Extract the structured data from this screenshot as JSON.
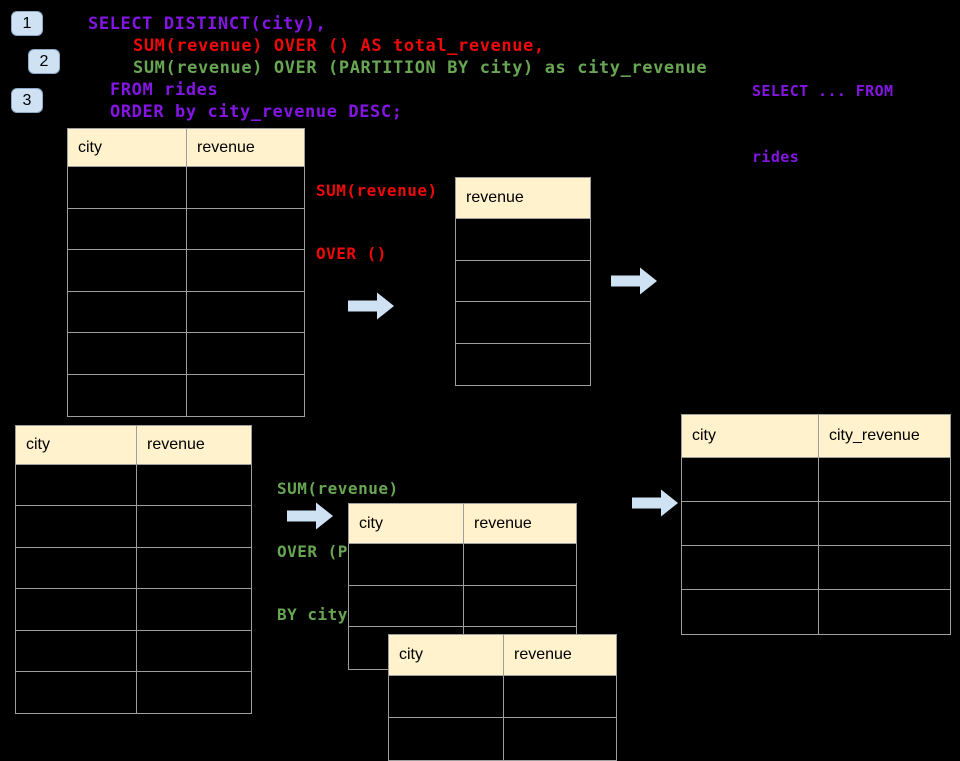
{
  "colors": {
    "purple": "#8316e3",
    "red": "#ed0a0a",
    "green": "#68a653",
    "arrow_blue": "#cfe2f3",
    "badge_fill": "#cfe2f3",
    "header_fill": "#fff2cc",
    "table_border": "#9e9e9e",
    "background": "#000000"
  },
  "badges": [
    {
      "label": "1"
    },
    {
      "label": "2"
    },
    {
      "label": "3"
    }
  ],
  "sql": {
    "lines": [
      {
        "text": "SELECT DISTINCT(city),",
        "color": "#8316e3"
      },
      {
        "text": "SUM(revenue) OVER () AS total_revenue,",
        "color": "#ed0a0a"
      },
      {
        "text": "SUM(revenue) OVER (PARTITION BY city) as city_revenue",
        "color": "#68a653"
      },
      {
        "text": "FROM rides",
        "color": "#8316e3"
      },
      {
        "text": "ORDER by city_revenue DESC;",
        "color": "#8316e3"
      }
    ]
  },
  "side_note": {
    "lines": [
      "SELECT ... FROM",
      "rides"
    ],
    "color": "#8316e3"
  },
  "annotation_total": {
    "lines": [
      "SUM(revenue)",
      "OVER ()"
    ],
    "color": "#ed0a0a"
  },
  "annotation_partition": {
    "lines": [
      "SUM(revenue)",
      "OVER (PARTITION",
      "BY city)"
    ],
    "color": "#68a653"
  },
  "tables": {
    "t1": {
      "headers": [
        "city",
        "revenue"
      ],
      "row_count": 6
    },
    "t2": {
      "headers": [
        "revenue"
      ],
      "row_count": 4
    },
    "t3": {
      "headers": [
        "city",
        "revenue"
      ],
      "row_count": 6
    },
    "t4": {
      "headers": [
        "city",
        "revenue"
      ],
      "row_count": 3
    },
    "t5": {
      "headers": [
        "city",
        "revenue"
      ],
      "row_count": 2
    },
    "t6": {
      "headers": [
        "city",
        "city_revenue"
      ],
      "row_count": 4
    }
  }
}
